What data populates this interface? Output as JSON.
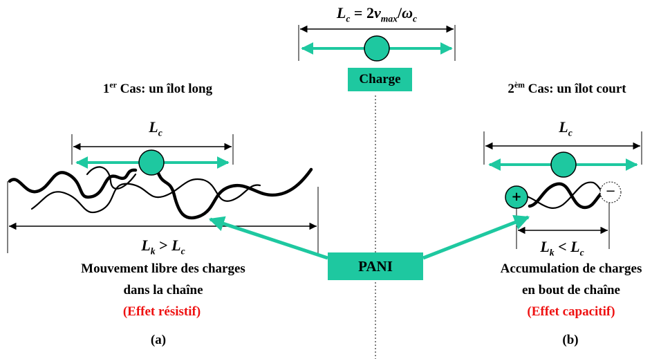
{
  "formula": {
    "lhs": "L",
    "lhs_sub": "c",
    "eq": " = 2",
    "v": "v",
    "v_sub": "max",
    "slash": "/",
    "omega": "ω",
    "omega_sub": "c"
  },
  "charge_label": "Charge",
  "pani_label": "PANI",
  "case_a": {
    "title_num": "1",
    "title_sup": "er",
    "title_rest": " Cas: un îlot long",
    "lc_main": "L",
    "lc_sub": "c",
    "lk_main": "L",
    "lk_sub": "k",
    "lk_op": " > ",
    "lk_rhs": "L",
    "lk_rhs_sub": "c",
    "desc_line1": "Mouvement libre des charges",
    "desc_line2": "dans la chaîne",
    "effect": "(Effet résistif)",
    "tag": "(a)"
  },
  "case_b": {
    "title_num": "2",
    "title_sup": "èm",
    "title_rest": " Cas: un îlot court",
    "lc_main": "L",
    "lc_sub": "c",
    "lk_main": "L",
    "lk_sub": "k",
    "lk_op": " < ",
    "lk_rhs": "L",
    "lk_rhs_sub": "c",
    "desc_line1": "Accumulation de charges",
    "desc_line2": "en bout de chaîne",
    "effect": "(Effet capacitif)",
    "tag": "(b)",
    "plus_sign": "+",
    "minus_sign": "−"
  },
  "colors": {
    "accent": "#1ec8a0",
    "effect": "#ee1111",
    "line": "#000000"
  }
}
